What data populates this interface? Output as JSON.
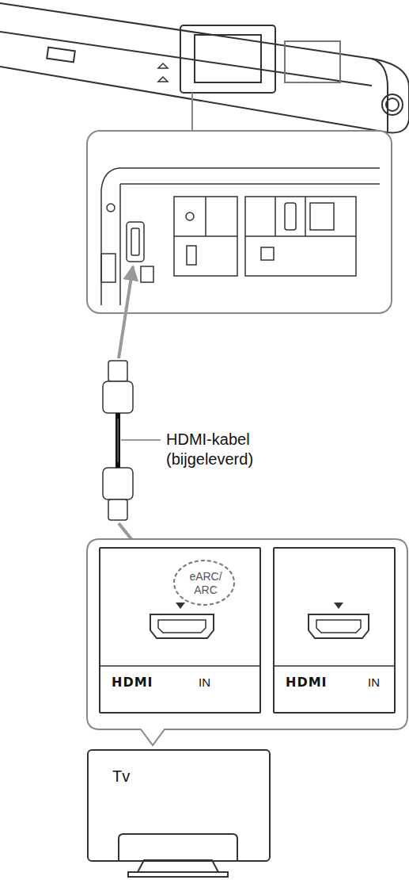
{
  "diagram": {
    "nodes": [
      {
        "text": [
          "eARC/ ARC",
          "HDMI",
          "IN"
        ]
      },
      {
        "text": [
          "HDMI",
          "IN"
        ]
      },
      {
        "text": [
          "Tv"
        ]
      }
    ],
    "labels": [
      "HDMI-kabel (bijgeleverd)"
    ]
  }
}
